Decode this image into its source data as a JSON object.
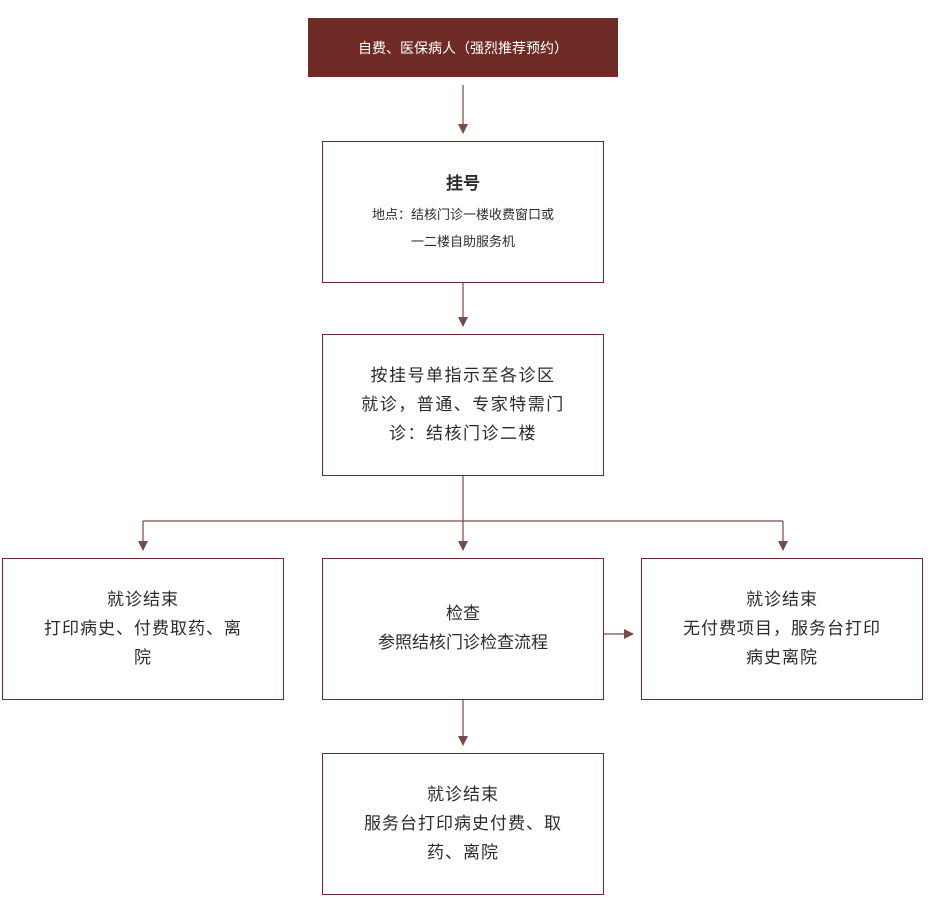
{
  "colors": {
    "accent": "#6f2b26",
    "border": "#6b2a26",
    "line": "#7a4a44"
  },
  "nodes": {
    "start": {
      "text": "自费、医保病人（强烈推荐预约）"
    },
    "register": {
      "title": "挂号",
      "line1": "地点：结核门诊一楼收费窗口或",
      "line2": "一二楼自助服务机"
    },
    "department": {
      "line1": "按挂号单指示至各诊区",
      "line2": "就诊，普通、专家特需门",
      "line3": "诊：结核门诊二楼"
    },
    "end_left": {
      "line1": "就诊结束",
      "line2": "打印病史、付费取药、离",
      "line3": "院"
    },
    "exam": {
      "line1": "检查",
      "line2": "参照结核门诊检查流程"
    },
    "end_right": {
      "line1": "就诊结束",
      "line2": "无付费项目，服务台打印",
      "line3": "病史离院"
    },
    "end_bottom": {
      "line1": "就诊结束",
      "line2": "服务台打印病史付费、取",
      "line3": "药、离院"
    }
  }
}
